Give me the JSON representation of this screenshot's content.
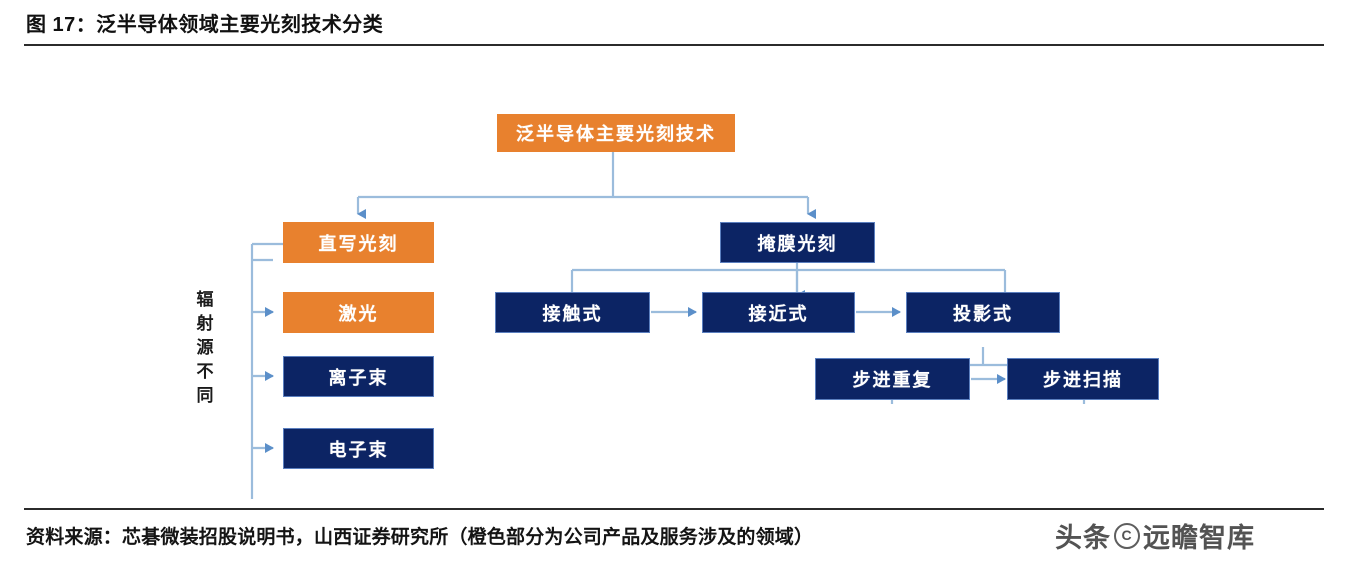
{
  "header": {
    "figure_title": "图 17：泛半导体领域主要光刻技术分类"
  },
  "footer": {
    "source_note": "资料来源：芯碁微装招股说明书，山西证券研究所（橙色部分为公司产品及服务涉及的领域）",
    "watermark_prefix": "头条",
    "watermark_mark": "C",
    "watermark_suffix": "远瞻智库"
  },
  "diagram": {
    "root": {
      "label": "泛半导体主要光刻技术",
      "color": "#E8812E"
    },
    "branch_left": {
      "axis_label": "辐射源不同",
      "axis_label_chars": [
        "辐",
        "射",
        "源",
        "不",
        "同"
      ],
      "nodes": [
        {
          "label": "直写光刻",
          "color": "#E8812E"
        },
        {
          "label": "激光",
          "color": "#E8812E"
        },
        {
          "label": "离子束",
          "color": "#0C2464"
        },
        {
          "label": "电子束",
          "color": "#0C2464"
        }
      ]
    },
    "branch_right": {
      "head": {
        "label": "掩膜光刻",
        "color": "#0C2464"
      },
      "nodes": [
        {
          "label": "接触式",
          "color": "#0C2464"
        },
        {
          "label": "接近式",
          "color": "#0C2464"
        },
        {
          "label": "投影式",
          "color": "#0C2464"
        }
      ],
      "sub_nodes": [
        {
          "label": "步进重复",
          "color": "#0C2464"
        },
        {
          "label": "步进扫描",
          "color": "#0C2464"
        }
      ]
    },
    "colors": {
      "orange": "#E8812E",
      "navy": "#0C2464",
      "connector": "#9BBCDC",
      "node_border": "#5B7FBF"
    }
  }
}
